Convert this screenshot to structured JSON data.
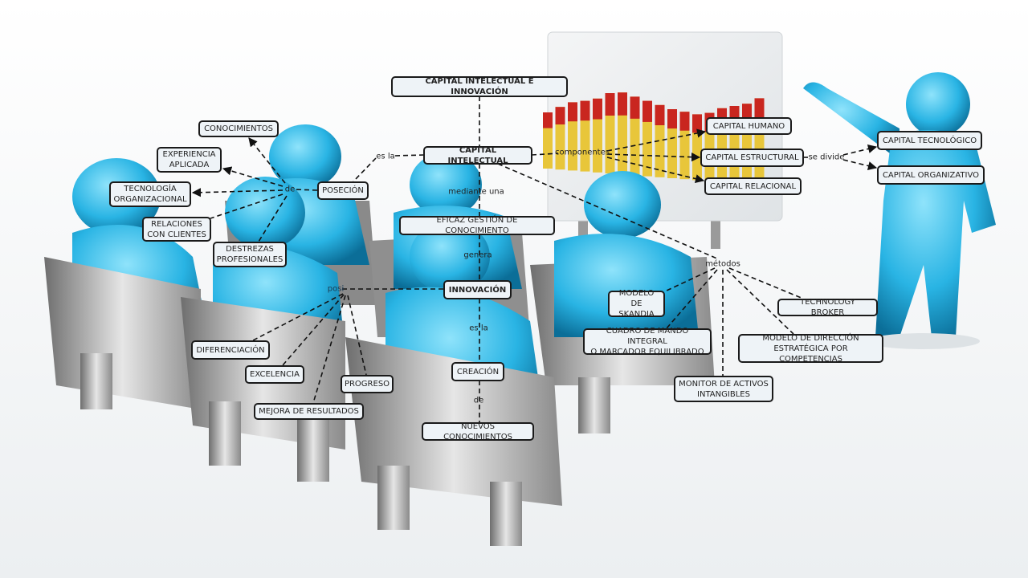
{
  "title": "CAPITAL INTELECTUAL E INNOVACIÓN",
  "nodes": {
    "capital_intelectual": "CAPITAL INTELECTUAL",
    "posecion": "POSECIÓN",
    "conocimientos": "CONOCIMIENTOS",
    "experiencia": "EXPERIENCIA\nAPLICADA",
    "tecnologia": "TECNOLOGÍA\nORGANIZACIONAL",
    "relaciones": "RELACIONES\nCON CLIENTES",
    "destrezas": "DESTREZAS\nPROFESIONALES",
    "capital_humano": "CAPITAL HUMANO",
    "capital_estructural": "CAPITAL ESTRUCTURAL",
    "capital_relacional": "CAPITAL RELACIONAL",
    "capital_tecnologico": "CAPITAL TECNOLÓGICO",
    "capital_organizativo": "CAPITAL ORGANIZATIVO",
    "gestion": "EFICAZ GESTIÓN DE CONOCIMIENTO",
    "innovacion": "INNOVACIÓN",
    "diferenciacion": "DIFERENCIACIÓN",
    "excelencia": "EXCELENCIA",
    "progreso": "PROGRESO",
    "mejora": "MEJORA DE RESULTADOS",
    "creacion": "CREACIÓN",
    "nuevos": "NUEVOS CONOCIMIENTOS",
    "skandia": "MODELO DE\nSKANDIA",
    "cuadro": "CUADRO DE MANDO INTEGRAL\nO MARCADOR EQUILIBRADO",
    "broker": "TECHNOLOGY BROKER",
    "direccion": "MODELO DE DIRECCIÓN\nESTRATÉGICA POR COMPETENCIAS",
    "monitor": "MONITOR DE ACTIVOS\nINTANGIBLES"
  },
  "links": {
    "es_la_1": "es la",
    "de_1": "de",
    "componentes": "componentes",
    "se_divide": "se divide",
    "mediante": "mediante una",
    "genera": "genera",
    "posi": "posi",
    "es_la_2": "es la",
    "de_2": "de",
    "metodos": "métodos"
  }
}
